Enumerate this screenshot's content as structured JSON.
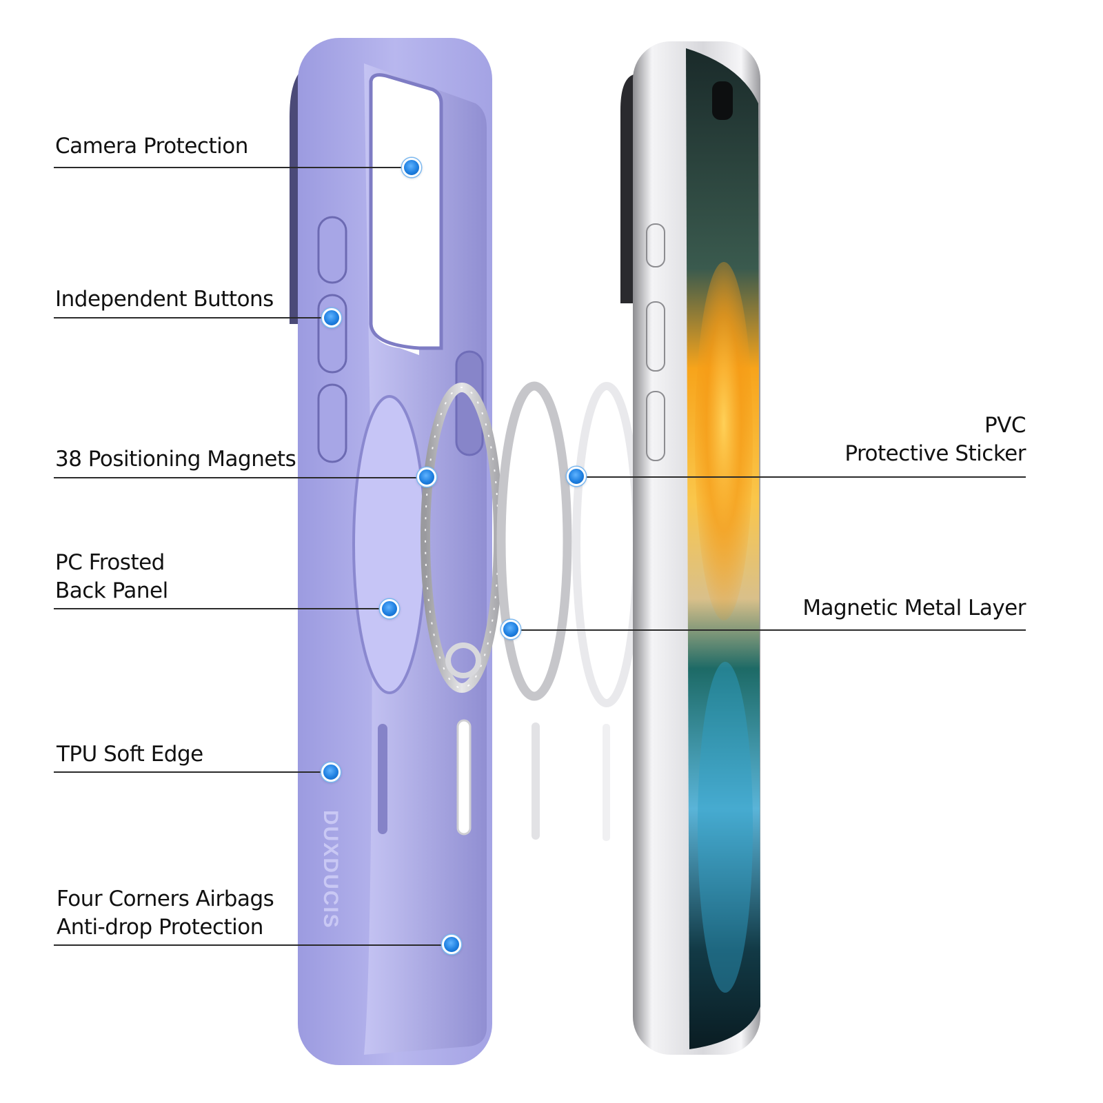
{
  "brand_mark": "DUXDUCIS",
  "callouts": {
    "camera_protection": "Camera Protection",
    "independent_buttons": "Independent Buttons",
    "positioning_magnets": "38 Positioning Magnets",
    "pc_frosted_back_line1": "PC Frosted",
    "pc_frosted_back_line2": "Back Panel",
    "tpu_soft_edge": "TPU Soft Edge",
    "four_corners_line1": "Four Corners Airbags",
    "four_corners_line2": "Anti-drop Protection",
    "pvc_line1": "PVC",
    "pvc_line2": "Protective Sticker",
    "magnetic_metal_layer": "Magnetic Metal Layer"
  },
  "colors": {
    "case_lavender": "#a9a8e6",
    "case_inner": "#9290d4",
    "marker_blue": "#1e7fe0",
    "phone_frame": "#d9d9dc",
    "text": "#111111"
  }
}
